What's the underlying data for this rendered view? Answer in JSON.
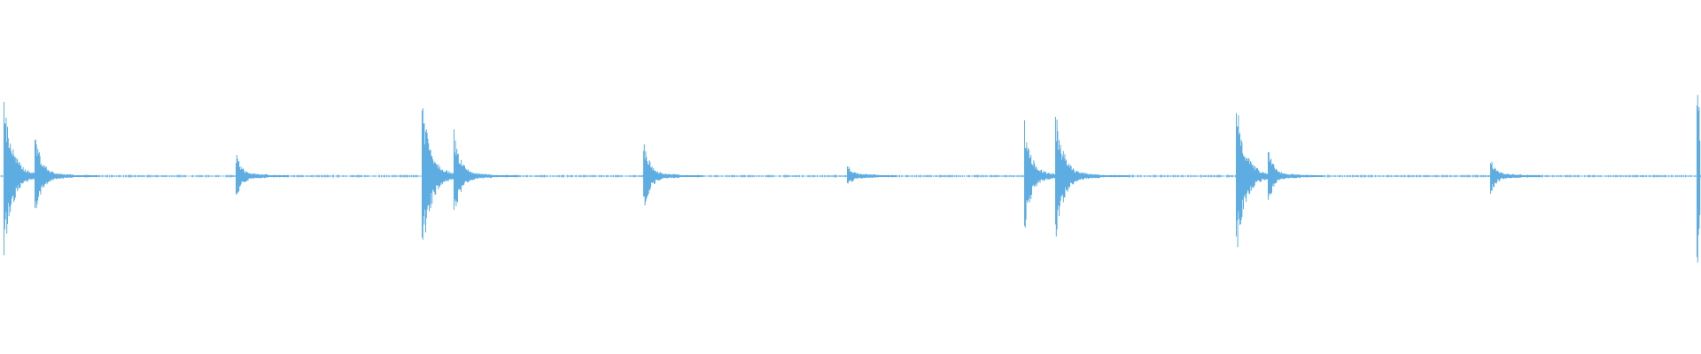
{
  "chart_data": {
    "type": "waveform",
    "title": "",
    "xlabel": "",
    "ylabel": "",
    "axes_visible": false,
    "grid": false,
    "ylim": [
      -1,
      1
    ],
    "color": "#5DADE2",
    "background": "#FFFFFF"
  }
}
